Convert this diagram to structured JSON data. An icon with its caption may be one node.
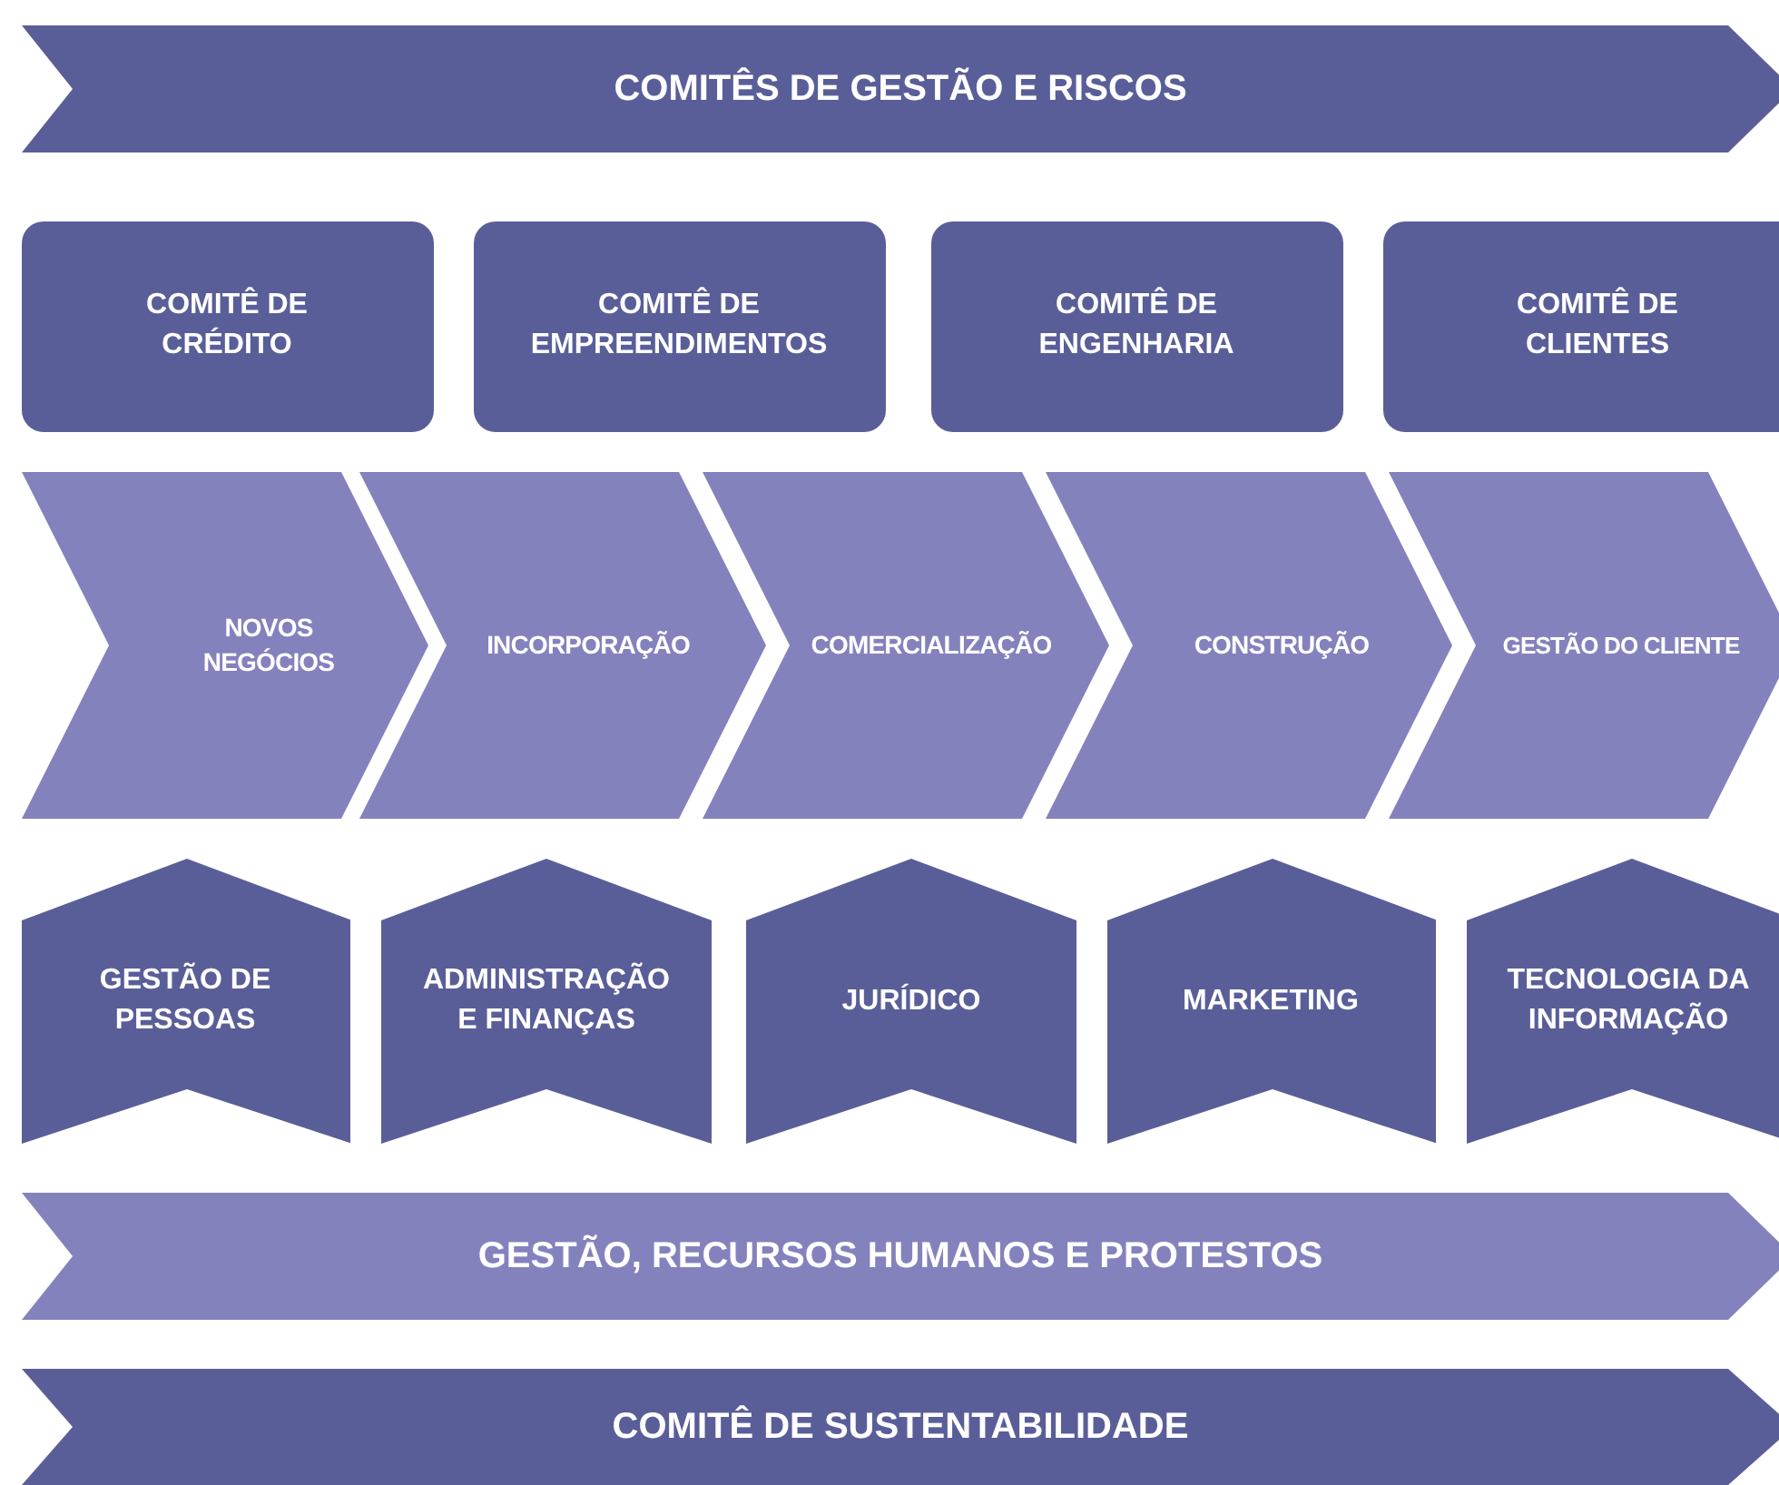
{
  "diagram": {
    "nodes": [
      {
        "text": [
          "COMITÊS DE GESTÃO E RISCOS"
        ]
      },
      {
        "text": [
          "COMITÊ DE CRÉDITO"
        ]
      },
      {
        "text": [
          "COMITÊ DE EMPREENDIMENTOS"
        ]
      },
      {
        "text": [
          "COMITÊ DE ENGENHARIA"
        ]
      },
      {
        "text": [
          "COMITÊ DE CLIENTES"
        ]
      },
      {
        "text": [
          "NOVOS NEGÓCIOS"
        ]
      },
      {
        "text": [
          "INCORPORAÇÃO"
        ]
      },
      {
        "text": [
          "COMERCIALIZAÇÃO"
        ]
      },
      {
        "text": [
          "CONSTRUÇÃO"
        ]
      },
      {
        "text": [
          "GESTÃO DO CLIENTE"
        ]
      },
      {
        "text": [
          "GESTÃO DE PESSOAS"
        ]
      },
      {
        "text": [
          "ADMINISTRAÇÃO E FINANÇAS"
        ]
      },
      {
        "text": [
          "JURÍDICO"
        ]
      },
      {
        "text": [
          "MARKETING"
        ]
      },
      {
        "text": [
          "TECNOLOGIA DA INFORMAÇÃO"
        ]
      },
      {
        "text": [
          "GESTÃO, RECURSOS HUMANOS E PROTESTOS"
        ]
      },
      {
        "text": [
          "COMITÊ DE SUSTENTABILIDADE"
        ]
      }
    ],
    "edges": []
  }
}
